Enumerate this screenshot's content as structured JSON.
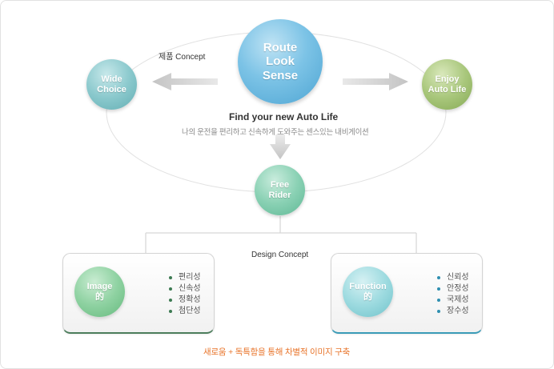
{
  "concept": {
    "product_label": "제품 Concept",
    "tagline": "Find your new Auto Life",
    "tagline_sub": "나의 운전을 편리하고 신속하게 도와주는 센스있는 내비게이션",
    "center": {
      "line1": "Route",
      "line2": "Look",
      "line3": "Sense",
      "color": "#6ab8e0"
    },
    "left": {
      "line1": "Wide",
      "line2": "Choice",
      "color": "#7dbdc2"
    },
    "right": {
      "line1": "Enjoy",
      "line2": "Auto Life",
      "color": "#9ebc6c"
    },
    "bottom": {
      "line1": "Free",
      "line2": "Rider",
      "color": "#78c6a7"
    }
  },
  "design": {
    "label": "Design Concept",
    "image_box": {
      "line1": "Image",
      "line2": "的",
      "color": "#7ec796",
      "items": [
        "편리성",
        "신속성",
        "정확성",
        "첨단성"
      ]
    },
    "function_box": {
      "line1": "Function",
      "line2": "的",
      "color": "#8ad3da",
      "items": [
        "신뢰성",
        "안정성",
        "국제성",
        "장수성"
      ]
    }
  },
  "footer": {
    "text": "새로움 + 독특함을 통해 차별적 이미지 구축",
    "color": "#e8742a"
  }
}
